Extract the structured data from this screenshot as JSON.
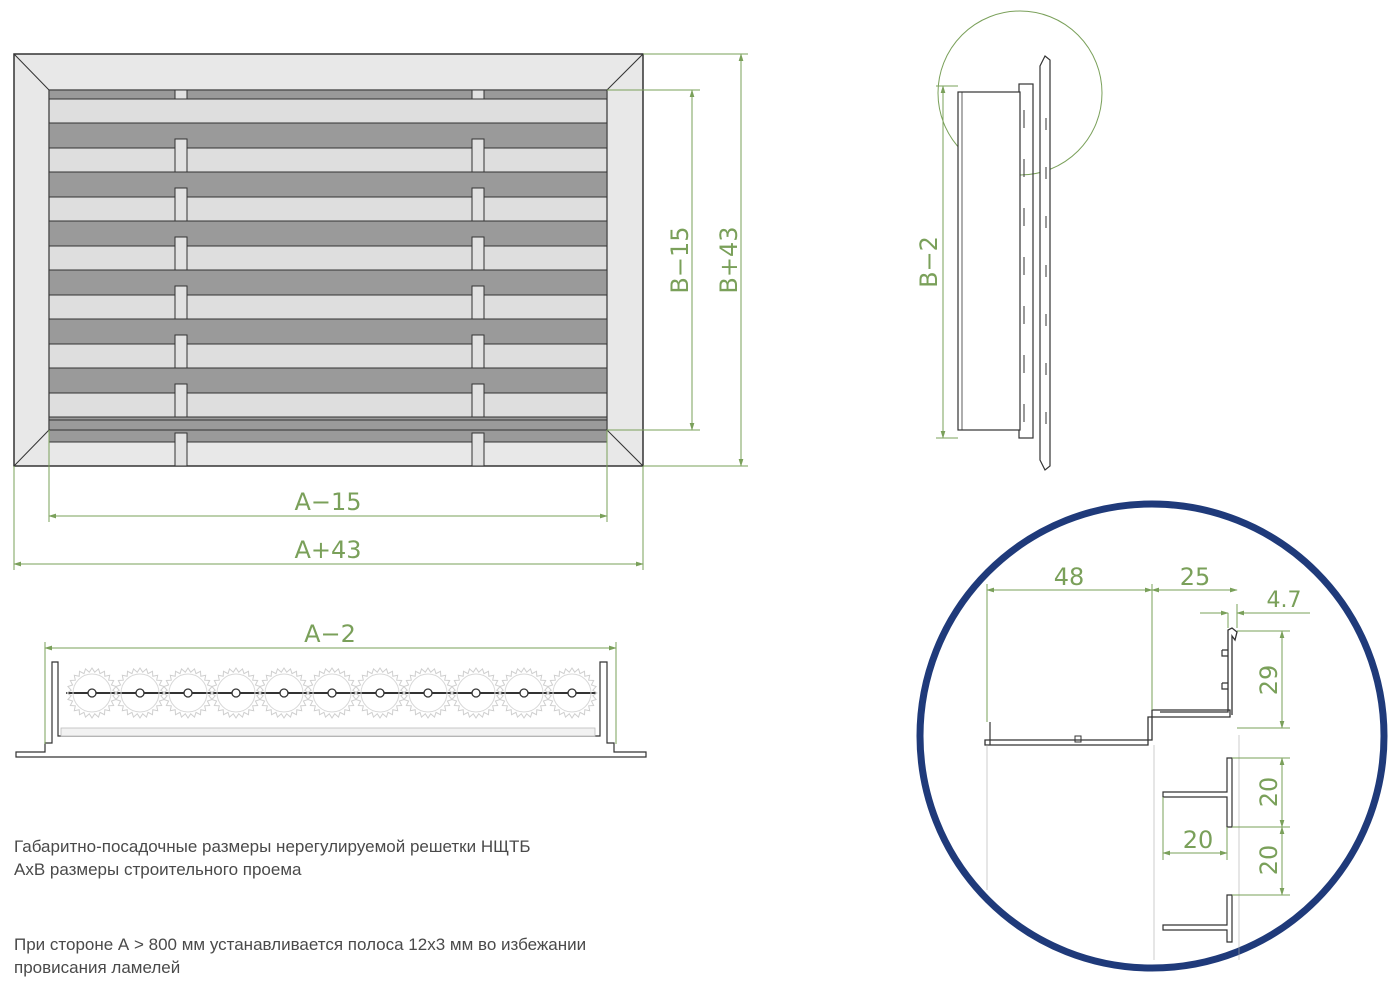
{
  "front_view": {
    "dim_inner_width": "A−15",
    "dim_outer_width": "A+43",
    "dim_inner_height": "B−15",
    "dim_outer_height": "B+43"
  },
  "side_view": {
    "dim_height": "B−2"
  },
  "bottom_view": {
    "dim_width": "A−2"
  },
  "detail_view": {
    "dim_48": "48",
    "dim_25": "25",
    "dim_4_7": "4.7",
    "dim_29": "29",
    "dim_20_a": "20",
    "dim_20_b": "20",
    "dim_20_c": "20"
  },
  "notes": {
    "line1": "Габаритно-посадочные размеры нерегулируемой решетки НЩТБ",
    "line2": "АхВ размеры строительного проема",
    "line3": "При стороне А > 800 мм устанавливается полоса 12х3 мм во избежании",
    "line4": "провисания ламелей"
  },
  "colors": {
    "dimension": "#7aa05a",
    "detail_circle": "#1f3a7a",
    "frame_fill": "#e6e6e6",
    "louver_fill": "#9a9a9a",
    "outline": "#333333"
  }
}
